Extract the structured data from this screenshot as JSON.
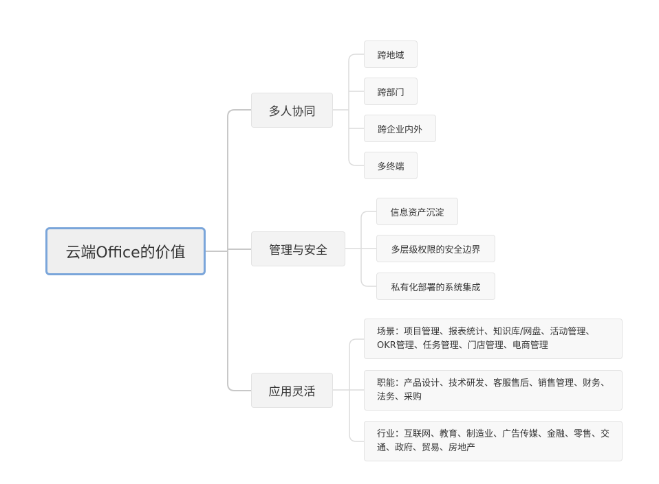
{
  "root": {
    "label": "云端Office的价值"
  },
  "branches": [
    {
      "label": "多人协同",
      "children": [
        "跨地域",
        "跨部门",
        "跨企业内外",
        "多终端"
      ]
    },
    {
      "label": "管理与安全",
      "children": [
        "信息资产沉淀",
        "多层级权限的安全边界",
        "私有化部署的系统集成"
      ]
    },
    {
      "label": "应用灵活",
      "children": [
        "场景：项目管理、报表统计、知识库/网盘、活动管理、OKR管理、任务管理、门店管理、电商管理",
        "职能：产品设计、技术研发、客服售后、销售管理、财务、法务、采购",
        "行业：互联网、教育、制造业、广告传媒、金融、零售、交通、政府、贸易、房地产"
      ]
    }
  ],
  "colors": {
    "root_border": "#7aa5da",
    "line": "#c8c8c8",
    "node_bg": "#f3f3f3"
  }
}
